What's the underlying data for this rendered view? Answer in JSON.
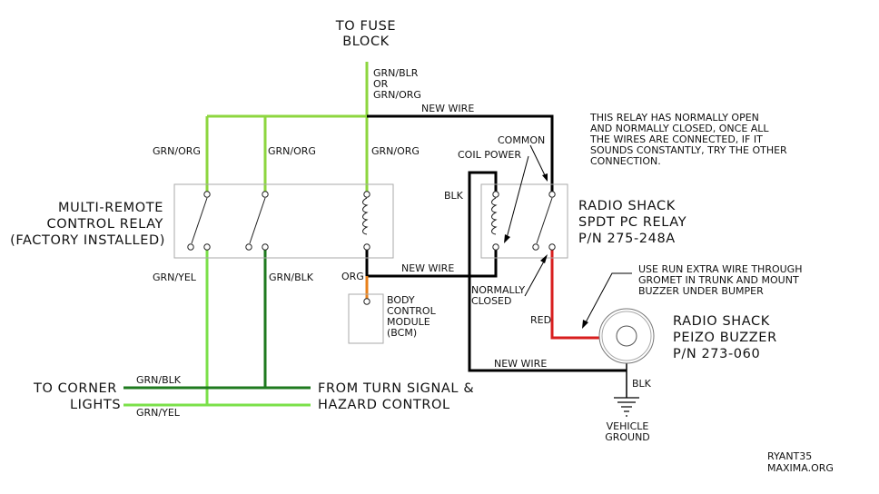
{
  "source": {
    "title_line1": "TO FUSE",
    "title_line2": "BLOCK",
    "wire_line1": "GRN/BLR",
    "wire_line2": "OR",
    "wire_line3": "GRN/ORG"
  },
  "wires": {
    "new_wire": "NEW WIRE",
    "grn_org": "GRN/ORG",
    "grn_yel": "GRN/YEL",
    "grn_blk": "GRN/BLK",
    "org": "ORG",
    "blk": "BLK",
    "red": "RED",
    "common": "COMMON",
    "coil_power": "COIL POWER",
    "normally_line1": "NORMALLY",
    "normally_line2": "CLOSED"
  },
  "colors": {
    "light_green": "#8dd63f",
    "dark_green": "#1e7a1e",
    "black": "#000000",
    "orange": "#e8801a",
    "red": "#d81e1e",
    "bright_green": "#7be04a"
  },
  "multi_remote": {
    "line1": "MULTI-REMOTE",
    "line2": "CONTROL RELAY",
    "line3": "(FACTORY INSTALLED)"
  },
  "bcm": {
    "line1": "BODY",
    "line2": "CONTROL",
    "line3": "MODULE",
    "line4": "(BCM)"
  },
  "relay": {
    "line1": "RADIO SHACK",
    "line2": "SPDT PC RELAY",
    "line3": "P/N 275-248A"
  },
  "buzzer": {
    "line1": "RADIO SHACK",
    "line2": "PEIZO BUZZER",
    "line3": "P/N 273-060"
  },
  "note_relay": [
    "THIS RELAY HAS NORMALLY OPEN",
    "AND NORMALLY CLOSED, ONCE ALL",
    "THE WIRES ARE CONNECTED, IF IT",
    "SOUNDS CONSTANTLY, TRY THE OTHER",
    "CONNECTION."
  ],
  "note_buzzer": [
    "USE RUN EXTRA WIRE THROUGH",
    "GROMET IN TRUNK AND MOUNT",
    "BUZZER UNDER BUMPER"
  ],
  "corner": {
    "line1": "TO CORNER",
    "line2": "LIGHTS"
  },
  "turn": {
    "line1": "FROM TURN SIGNAL &",
    "line2": "HAZARD CONTROL"
  },
  "ground": {
    "line1": "VEHICLE",
    "line2": "GROUND"
  },
  "credit": {
    "line1": "RYANT35",
    "line2": "MAXIMA.ORG"
  }
}
